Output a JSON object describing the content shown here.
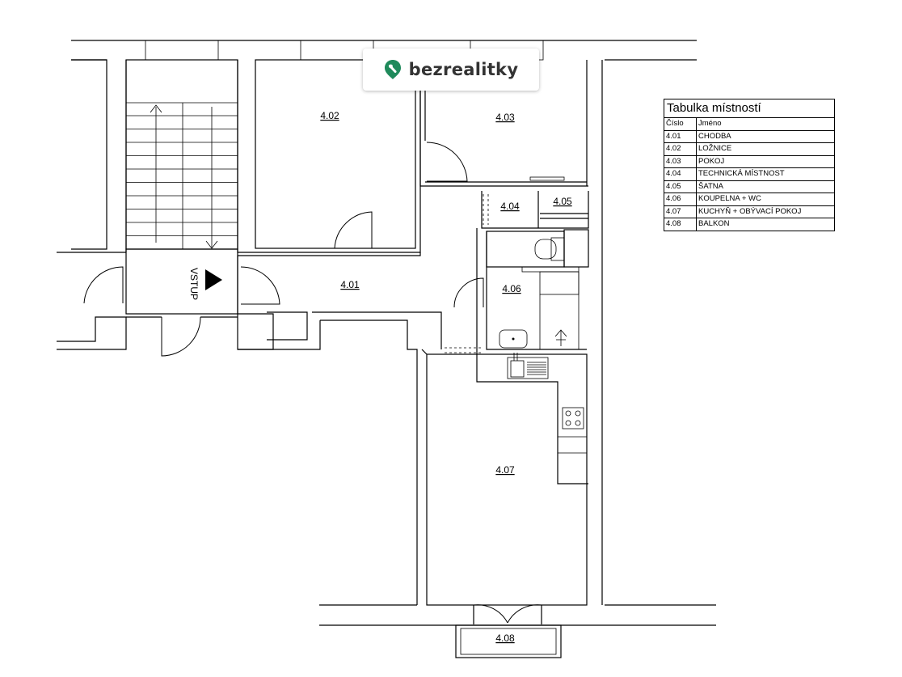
{
  "logo": {
    "text": "bezrealitky",
    "icon": "map-pin-icon",
    "accent_color": "#1f8a5b"
  },
  "entrance_label": "VSTUP",
  "rooms": [
    {
      "id": "4.01",
      "label": "4.01"
    },
    {
      "id": "4.02",
      "label": "4.02"
    },
    {
      "id": "4.03",
      "label": "4.03"
    },
    {
      "id": "4.04",
      "label": "4.04"
    },
    {
      "id": "4.05",
      "label": "4.05"
    },
    {
      "id": "4.06",
      "label": "4.06"
    },
    {
      "id": "4.07",
      "label": "4.07"
    },
    {
      "id": "4.08",
      "label": "4.08"
    }
  ],
  "room_table": {
    "title": "Tabulka místností",
    "headers": [
      "Číslo",
      "Jméno"
    ],
    "rows": [
      [
        "4.01",
        "CHODBA"
      ],
      [
        "4.02",
        "LOŽNICE"
      ],
      [
        "4.03",
        "POKOJ"
      ],
      [
        "4.04",
        "TECHNICKÁ MÍSTNOST"
      ],
      [
        "4.05",
        "ŠATNA"
      ],
      [
        "4.06",
        "KOUPELNA + WC"
      ],
      [
        "4.07",
        "KUCHYŇ + OBÝVACÍ POKOJ"
      ],
      [
        "4.08",
        "BALKON"
      ]
    ]
  }
}
